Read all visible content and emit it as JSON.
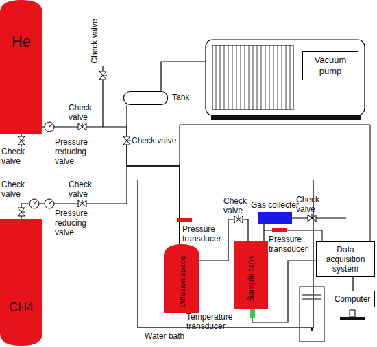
{
  "diagram": {
    "nodes": [
      {
        "text": [
          "He"
        ]
      },
      {
        "text": [
          "CH4"
        ]
      },
      {
        "text": [
          "Tank"
        ]
      },
      {
        "text": [
          "Vacuum pump"
        ]
      },
      {
        "text": [
          "Water bath"
        ]
      },
      {
        "text": [
          "Diffusion space"
        ],
        "in": 4
      },
      {
        "text": [
          "Sample tank"
        ],
        "in": 4
      },
      {
        "text": [
          "Gas collecter"
        ],
        "in": 4
      },
      {
        "text": [
          "Data acquisition system"
        ]
      },
      {
        "text": [
          "Computer"
        ]
      }
    ],
    "edges": [
      {
        "from": 0,
        "to": 5,
        "arrow": "none"
      },
      {
        "from": 1,
        "to": 5,
        "arrow": "none"
      },
      {
        "from": 2,
        "to": 3,
        "arrow": "none"
      },
      {
        "from": 2,
        "to": 5,
        "arrow": "none"
      },
      {
        "from": 5,
        "to": 6,
        "arrow": "none"
      },
      {
        "from": 6,
        "to": 7,
        "arrow": "none"
      },
      {
        "from": 6,
        "to": 8,
        "arrow": "none"
      },
      {
        "from": 8,
        "to": 9,
        "arrow": "none"
      }
    ],
    "labels": [
      "Check valve",
      "Check valve",
      "Pressure reducing valve",
      "Check valve",
      "Check valve",
      "Check valve",
      "Check valve",
      "Pressure reducing valve",
      "Pressure transducer",
      "Check valve",
      "Check valve",
      "Pressure transducer",
      "Temperature transducer"
    ]
  }
}
